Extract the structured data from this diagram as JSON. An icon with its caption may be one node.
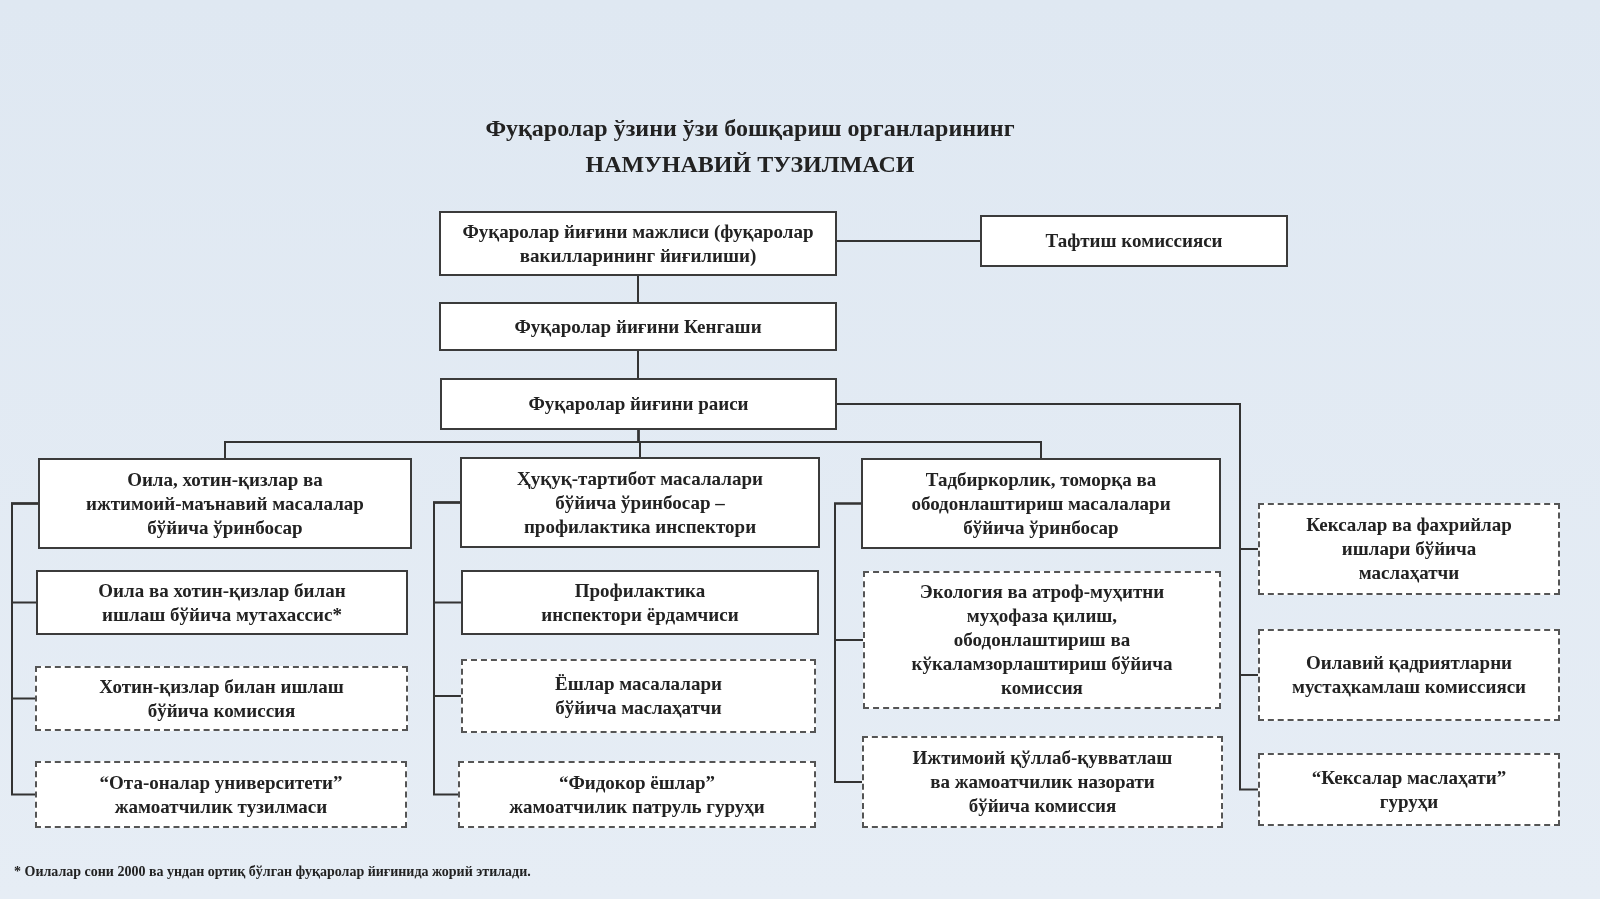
{
  "diagram": {
    "title": "Фуқаролар ўзини ўзи бошқариш органларининг НАМУНАВИЙ ТУЗИЛМАСИ",
    "nodes": [
      {
        "text": [
          "Фуқаролар йиғини мажлиси (фуқаролар вакилларининг йиғилиши)"
        ]
      },
      {
        "text": [
          "Тафтиш комиссияси"
        ]
      },
      {
        "text": [
          "Фуқаролар йиғини Кенгаши"
        ]
      },
      {
        "text": [
          "Фуқаролар йиғини раиси"
        ]
      },
      {
        "text": [
          "Оила, хотин-қизлар ва ижтимоий-маънавий масалалар бўйича ўринбосар"
        ]
      },
      {
        "text": [
          "Оила ва хотин-қизлар билан ишлаш бўйича мутахассис*"
        ]
      },
      {
        "text": [
          "Хотин-қизлар билан ишлаш бўйича комиссия"
        ]
      },
      {
        "text": [
          "“Ота-оналар университети” жамоатчилик тузилмаси"
        ]
      },
      {
        "text": [
          "Ҳуқуқ-тартибот масалалари бўйича ўринбосар – профилактика инспектори"
        ]
      },
      {
        "text": [
          "Профилактика инспектори ёрдамчиси"
        ]
      },
      {
        "text": [
          "Ёшлар масалалари бўйича маслаҳатчи"
        ]
      },
      {
        "text": [
          "“Фидокор ёшлар” жамоатчилик патруль гуруҳи"
        ]
      },
      {
        "text": [
          "Тадбиркорлик, томорқа ва ободонлаштириш масалалари бўйича ўринбосар"
        ]
      },
      {
        "text": [
          "Экология ва атроф-муҳитни муҳофаза қилиш, ободонлаштириш ва кўкаламзорлаштириш бўйича комиссия"
        ]
      },
      {
        "text": [
          "Ижтимоий қўллаб-қувватлаш ва жамоатчилик назорати бўйича комиссия"
        ]
      },
      {
        "text": [
          "Кексалар ва фахрийлар ишлари бўйича маслаҳатчи"
        ]
      },
      {
        "text": [
          "Оилавий қадриятларни мустаҳкамлаш комиссияси"
        ]
      },
      {
        "text": [
          "“Кексалар маслаҳати” гуруҳи"
        ]
      }
    ],
    "edges": [
      {
        "from": 0,
        "to": 1,
        "arrow": "none"
      },
      {
        "from": 0,
        "to": 2,
        "arrow": "none"
      },
      {
        "from": 2,
        "to": 3,
        "arrow": "none"
      },
      {
        "from": 3,
        "to": 4,
        "arrow": "none"
      },
      {
        "from": 3,
        "to": 8,
        "arrow": "none"
      },
      {
        "from": 3,
        "to": 12,
        "arrow": "none"
      },
      {
        "from": 3,
        "to": 15,
        "arrow": "none"
      },
      {
        "from": 3,
        "to": 16,
        "arrow": "none"
      },
      {
        "from": 3,
        "to": 17,
        "arrow": "none"
      },
      {
        "from": 4,
        "to": 5,
        "arrow": "none"
      },
      {
        "from": 4,
        "to": 6,
        "arrow": "none"
      },
      {
        "from": 4,
        "to": 7,
        "arrow": "none"
      },
      {
        "from": 8,
        "to": 9,
        "arrow": "none"
      },
      {
        "from": 8,
        "to": 10,
        "arrow": "none"
      },
      {
        "from": 8,
        "to": 11,
        "arrow": "none"
      },
      {
        "from": 12,
        "to": 13,
        "arrow": "none"
      },
      {
        "from": 12,
        "to": 14,
        "arrow": "none"
      }
    ],
    "labels": [
      "* Оилалар сони 2000 ва ундан ортиқ бўлган фуқаролар йиғинида жорий этилади."
    ]
  }
}
